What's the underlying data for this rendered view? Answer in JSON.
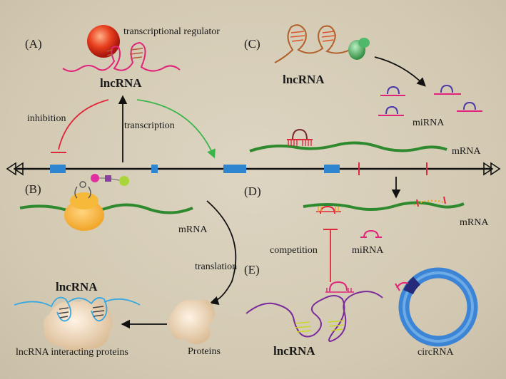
{
  "panels": {
    "a": "(A)",
    "b": "(B)",
    "c": "(C)",
    "d": "(D)",
    "e": "(E)"
  },
  "labels": {
    "transcriptional_regulator": "transcriptional regulator",
    "lncrna_a": "lncRNA",
    "inhibition": "inhibition",
    "transcription": "transcription",
    "lncrna_c": "lncRNA",
    "mirna_c": "miRNA",
    "mrna_top": "mRNA",
    "mrna_b": "mRNA",
    "translation": "translation",
    "lncrna_b": "lncRNA",
    "lncrna_interacting_proteins": "lncRNA interacting proteins",
    "proteins": "Proteins",
    "mrna_d": "mRNA",
    "competition": "competition",
    "mirna_d": "miRNA",
    "lncrna_e": "lncRNA",
    "circrna": "circRNA"
  },
  "colors": {
    "inhibition": "#e0283c",
    "green_arrow": "#3ab54a",
    "exon": "#2f86d0",
    "mrna_green": "#2f8a2f",
    "lncrna_pink": "#e0247a",
    "circ_blue": "#3b84d6"
  }
}
